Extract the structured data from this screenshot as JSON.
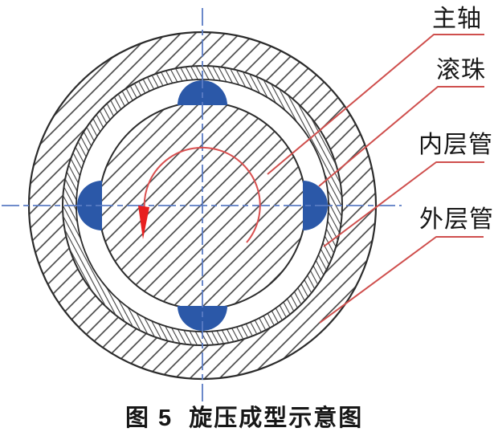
{
  "figure": {
    "caption": "图 5  旋压成型示意图",
    "labels": {
      "main_shaft": "主轴",
      "ball": "滚珠",
      "inner_tube": "内层管",
      "outer_tube": "外层管"
    }
  },
  "colors": {
    "background": "#ffffff",
    "outline_black": "#2b2b2b",
    "hatch_gray": "#3f3f3f",
    "ball_blue": "#2b58a8",
    "centerline_blue": "#5b7cc4",
    "leader_red": "#cf4f4d",
    "rotation_arc_red": "#d94f4f",
    "arrowhead_red": "#e81f1f",
    "text_color": "#171717"
  }
}
